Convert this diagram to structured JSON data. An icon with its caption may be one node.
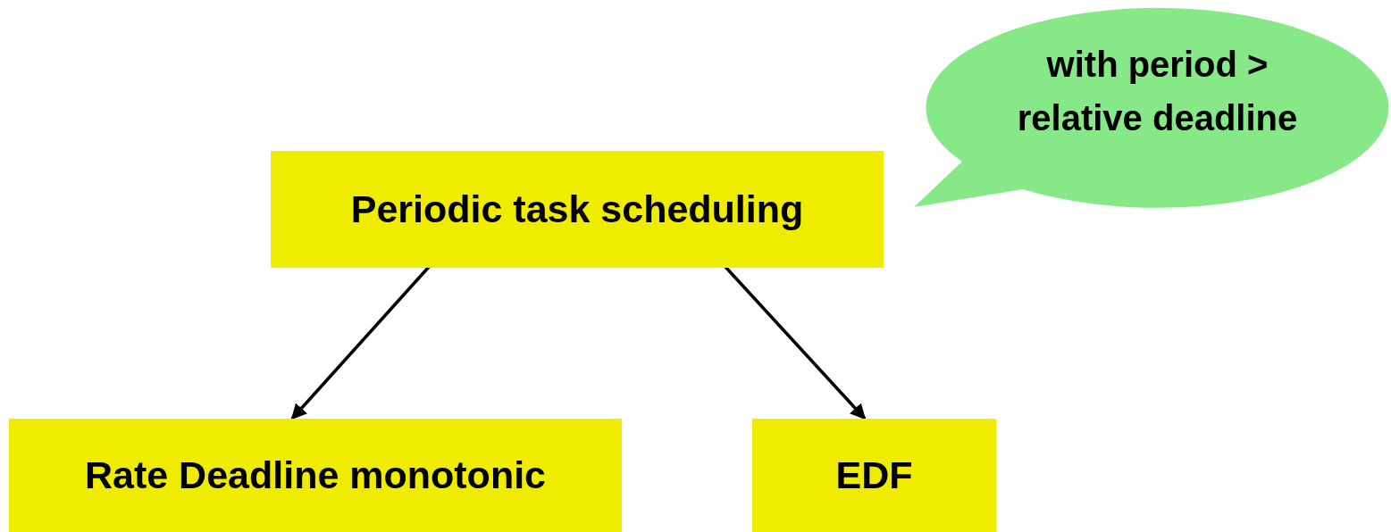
{
  "diagram": {
    "nodes": [
      {
        "text": [
          "Periodic task scheduling"
        ]
      },
      {
        "text": [
          "Rate Deadline monotonic"
        ]
      },
      {
        "text": [
          "EDF"
        ]
      },
      {
        "text": [
          "with period > relative deadline"
        ]
      }
    ],
    "edges": [
      {
        "from": 0,
        "to": 1,
        "arrow": "to"
      },
      {
        "from": 0,
        "to": 2,
        "arrow": "to"
      }
    ]
  }
}
